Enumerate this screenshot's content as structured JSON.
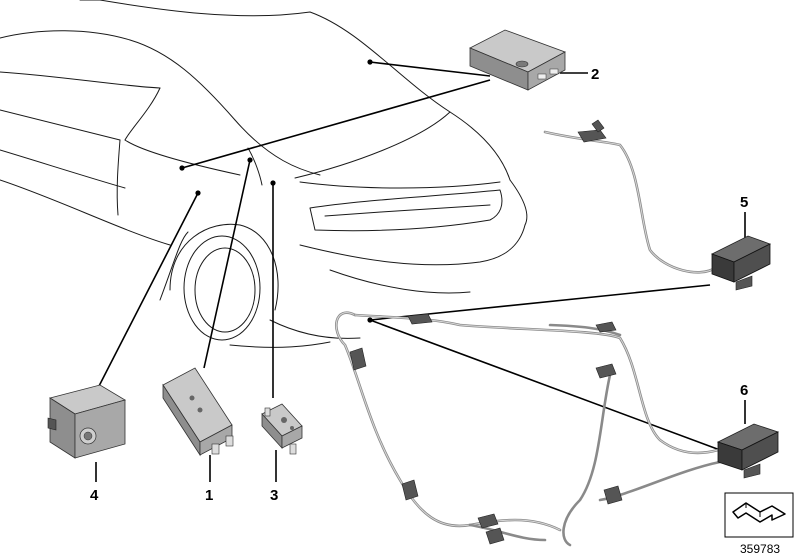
{
  "callouts": [
    {
      "id": "1",
      "label": "1"
    },
    {
      "id": "2",
      "label": "2"
    },
    {
      "id": "3",
      "label": "3"
    },
    {
      "id": "4",
      "label": "4"
    },
    {
      "id": "5",
      "label": "5"
    },
    {
      "id": "6",
      "label": "6"
    }
  ],
  "diagram_number": "359783",
  "colors": {
    "line": "#1a1a1a",
    "cable": "#8a8a8a",
    "module_light": "#c9c9c9",
    "module_dark": "#3a3a3a"
  }
}
